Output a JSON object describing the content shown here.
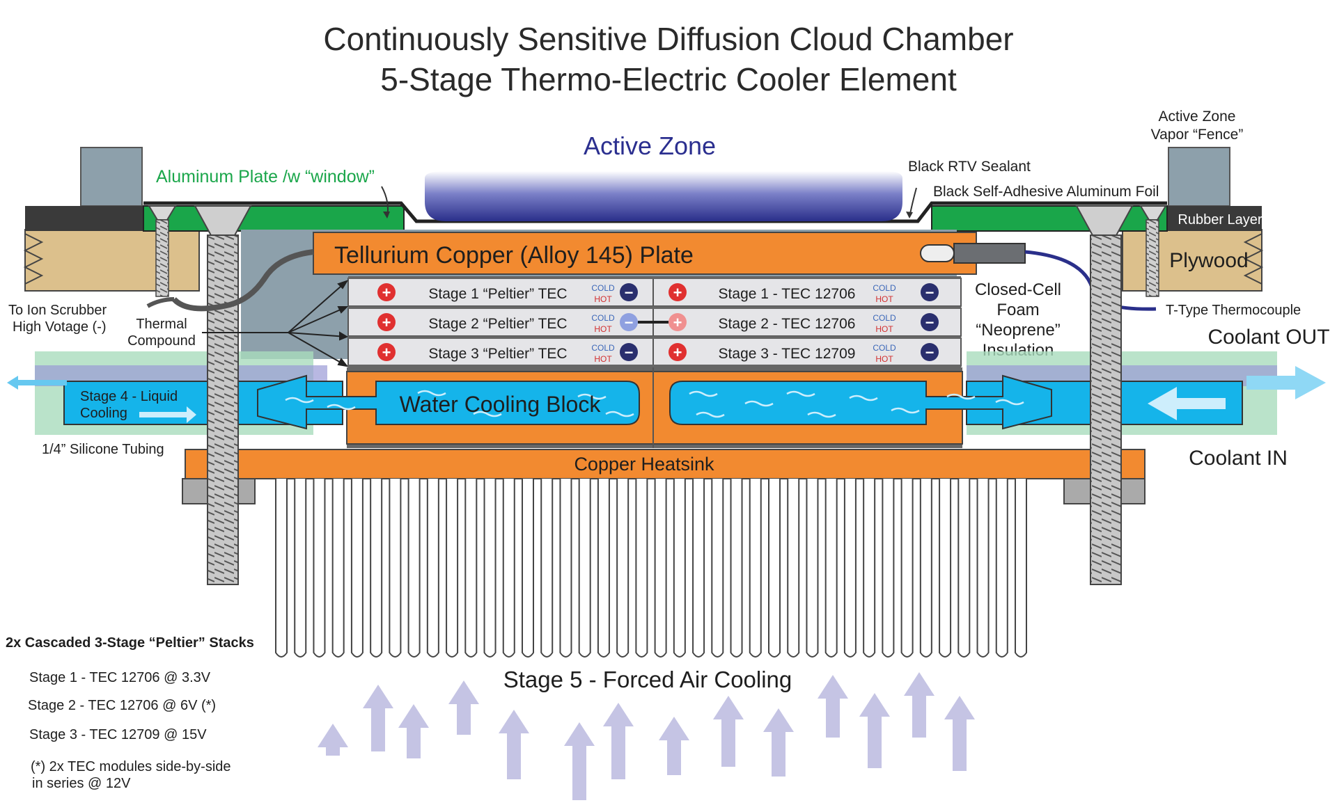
{
  "title": {
    "line1": "Continuously Sensitive Diffusion Cloud Chamber",
    "line2": "5-Stage Thermo-Electric Cooler Element"
  },
  "labels": {
    "active_zone": "Active Zone",
    "aluminum_plate": "Aluminum Plate /w “window”",
    "black_rtv": "Black RTV Sealant",
    "black_foil": "Black Self-Adhesive Aluminum Foil",
    "fence_1": "Active Zone",
    "fence_2": "Vapor “Fence”",
    "rubber_layer": "Rubber Layer",
    "plywood": "Plywood",
    "tellurium_plate": "Tellurium Copper (Alloy 145) Plate",
    "ion_scrubber_1": "To Ion Scrubber",
    "ion_scrubber_2": "High Votage (-)",
    "thermal_1": "Thermal",
    "thermal_2": "Compound",
    "foam_1": "Closed-Cell",
    "foam_2": "Foam",
    "foam_3": "“Neoprene”",
    "foam_4": "Insulation",
    "thermocouple": "T-Type Thermocouple",
    "coolant_out": "Coolant OUT",
    "coolant_in": "Coolant IN",
    "stage4_1": "Stage 4 - Liquid",
    "stage4_2": "Cooling",
    "tubing": "1/4” Silicone Tubing",
    "water_block": "Water Cooling Block",
    "copper_heatsink": "Copper Heatsink",
    "stage5": "Stage 5 - Forced Air Cooling"
  },
  "tec_rows": [
    {
      "left": "Stage 1 “Peltier” TEC",
      "right": "Stage 1 - TEC 12706"
    },
    {
      "left": "Stage 2 “Peltier” TEC",
      "right": "Stage 2 - TEC 12706"
    },
    {
      "left": "Stage 3 “Peltier” TEC",
      "right": "Stage 3 - TEC 12709"
    }
  ],
  "tec_marks": {
    "cold": "COLD",
    "hot": "HOT",
    "plus": "+",
    "minus": "−"
  },
  "legend": {
    "heading": "2x Cascaded 3-Stage “Peltier” Stacks",
    "items": [
      "Stage 1 - TEC 12706 @ 3.3V",
      "Stage 2 - TEC 12706 @ 6V (*)",
      "Stage 3 - TEC 12709 @ 15V"
    ],
    "note_1": "(*) 2x TEC modules side-by-side",
    "note_2": "in series @ 12V"
  },
  "colors": {
    "copper": "#f28a30",
    "water": "#15b4ea",
    "green": "#1aa64a",
    "wood": "#dcc08c",
    "dark": "#3a3a3a",
    "gray_block": "#8da0ab",
    "active_zone_text": "#2b2f8f",
    "tec_plate": "#e5e5e8",
    "airflow": "#c5c4e4",
    "red": "#e03030",
    "navy": "#2a2f6e"
  }
}
